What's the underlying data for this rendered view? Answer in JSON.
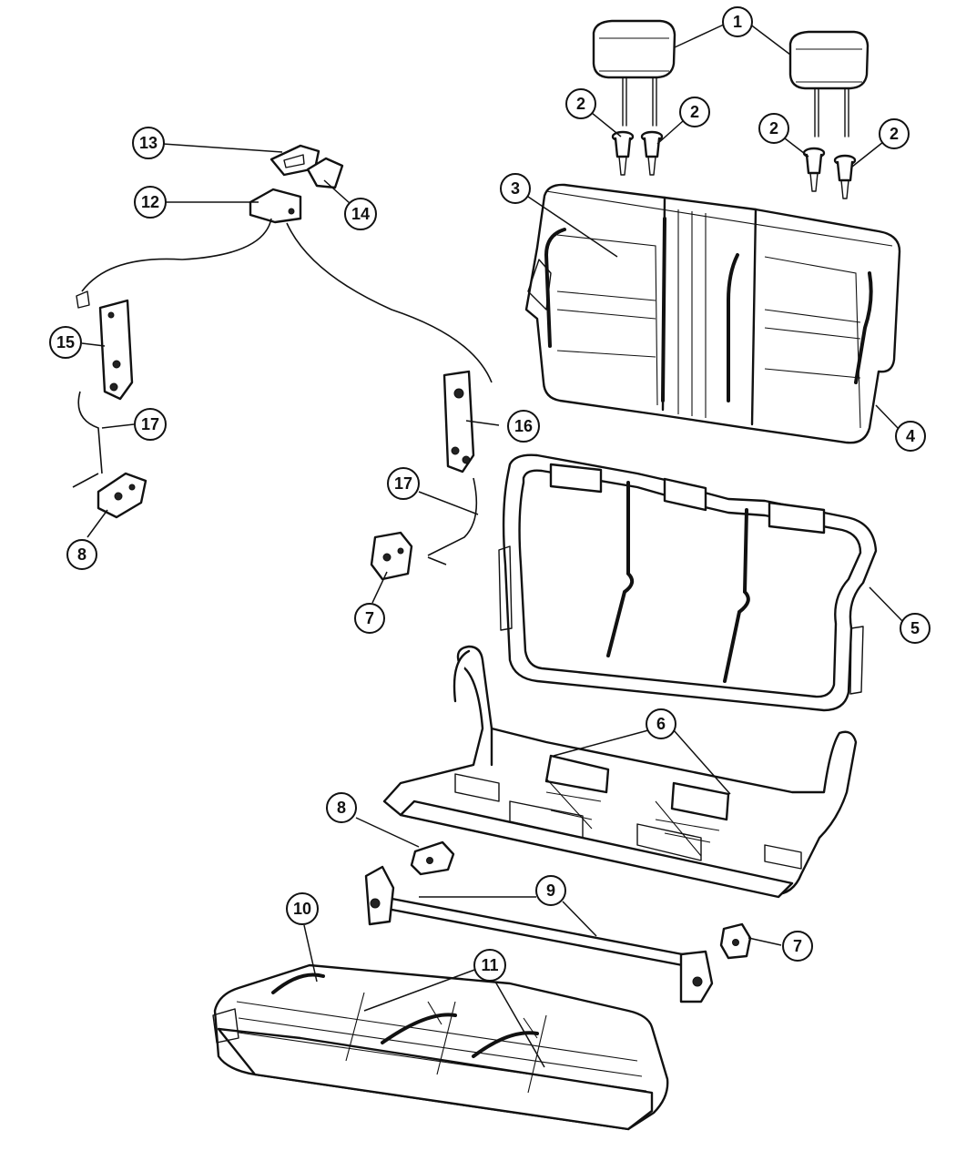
{
  "callouts": [
    {
      "id": "c1",
      "label": "1"
    },
    {
      "id": "c2a",
      "label": "2"
    },
    {
      "id": "c2b",
      "label": "2"
    },
    {
      "id": "c2c",
      "label": "2"
    },
    {
      "id": "c2d",
      "label": "2"
    },
    {
      "id": "c3",
      "label": "3"
    },
    {
      "id": "c4",
      "label": "4"
    },
    {
      "id": "c5",
      "label": "5"
    },
    {
      "id": "c6",
      "label": "6"
    },
    {
      "id": "c7a",
      "label": "7"
    },
    {
      "id": "c7b",
      "label": "7"
    },
    {
      "id": "c8a",
      "label": "8"
    },
    {
      "id": "c8b",
      "label": "8"
    },
    {
      "id": "c9",
      "label": "9"
    },
    {
      "id": "c10",
      "label": "10"
    },
    {
      "id": "c11",
      "label": "11"
    },
    {
      "id": "c12",
      "label": "12"
    },
    {
      "id": "c13",
      "label": "13"
    },
    {
      "id": "c14",
      "label": "14"
    },
    {
      "id": "c15",
      "label": "15"
    },
    {
      "id": "c16",
      "label": "16"
    },
    {
      "id": "c17a",
      "label": "17"
    },
    {
      "id": "c17b",
      "label": "17"
    }
  ]
}
